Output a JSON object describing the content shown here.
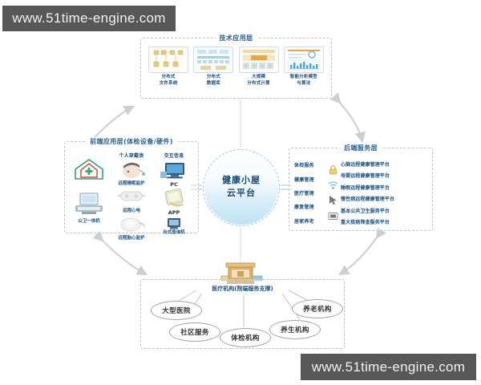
{
  "page": {
    "title": "健康小屋云平台架构图",
    "background": "#ffffff"
  },
  "watermarks": {
    "top": "www.51time-engine.com",
    "bottom": "www.51time-engine.com",
    "background_color": "#575757",
    "text_color": "#f2f2f2"
  },
  "colors": {
    "panel_border": "#b9c6cf",
    "title_blue": "#2b5f8f",
    "label_blue": "#1d4f7c",
    "center_text": "#16466e",
    "center_fill": "#bfe2f5",
    "node_border": "#9aa7b0",
    "arrow": "#c9cfd4"
  },
  "center": {
    "line1": "健康小屋",
    "line2": "云平台"
  },
  "tech_layer": {
    "title": "技术应用层",
    "items": [
      {
        "label_line1": "分布式",
        "label_line2": "文件系统",
        "icon": "distributed-file-system-icon"
      },
      {
        "label_line1": "分布式",
        "label_line2": "数据库",
        "icon": "distributed-database-icon"
      },
      {
        "label_line1": "大规模",
        "label_line2": "分布式计算",
        "icon": "large-scale-computing-icon"
      },
      {
        "label_line1": "智能分析模型",
        "label_line2": "与算法",
        "icon": "intelligent-analysis-model-icon"
      }
    ]
  },
  "frontend_layer": {
    "title": "前端应用层(体检设备/硬件)",
    "columns": [
      {
        "head": "",
        "cells": [
          {
            "label": "",
            "icon": "health-house-icon"
          },
          {
            "label": "公卫一体机",
            "icon": "public-health-machine-icon"
          }
        ]
      },
      {
        "head": "个人穿戴类",
        "cells": [
          {
            "label": "远程睡眠监护",
            "icon": "remote-sleep-monitor-icon"
          },
          {
            "label": "远程心电",
            "icon": "remote-ecg-icon"
          },
          {
            "label": "远程胎心监护",
            "icon": "remote-fetal-monitor-icon"
          }
        ]
      },
      {
        "head": "交互信息",
        "cells": [
          {
            "label": "PC",
            "icon": "pc-icon"
          },
          {
            "label": "APP",
            "icon": "mobile-app-icon"
          },
          {
            "label": "台式查询机",
            "icon": "desktop-kiosk-icon"
          }
        ]
      }
    ]
  },
  "backend_layer": {
    "title": "后端服务层",
    "categories": [
      "体检服务",
      "健康管理",
      "医疗管理",
      "康复管理",
      "居家养老"
    ],
    "icons": [
      "lock-icon",
      "wifi-icon",
      "cursor-arrow-icon",
      "server-icon"
    ],
    "platforms": [
      "心脑远程健康管理平台",
      "母婴远程健康管理平台",
      "睡眠远程健康管理平台",
      "慢性病远程健康管理平台",
      "基本公共卫生服务平台",
      "重大疾病筛查服务平台"
    ]
  },
  "medical_layer": {
    "title": "医疗机构(院端服务支撑)",
    "icon": "hospital-building-icon",
    "nodes": [
      "大型医院",
      "社区服务",
      "体检机构",
      "养生机构",
      "养老机构"
    ]
  },
  "connectors": [
    {
      "name": "frontend-to-tech",
      "type": "curved-arrow-up-right"
    },
    {
      "name": "tech-to-backend",
      "type": "curved-double-arrow-down-right"
    },
    {
      "name": "frontend-to-medical",
      "type": "curved-double-arrow-down-right"
    },
    {
      "name": "backend-to-medical",
      "type": "curved-double-arrow-down-left"
    },
    {
      "name": "frontend-to-center",
      "type": "equals-link"
    },
    {
      "name": "center-to-backend",
      "type": "equals-link"
    },
    {
      "name": "tech-to-center",
      "type": "vertical-line"
    },
    {
      "name": "center-to-medical",
      "type": "vertical-line"
    }
  ]
}
